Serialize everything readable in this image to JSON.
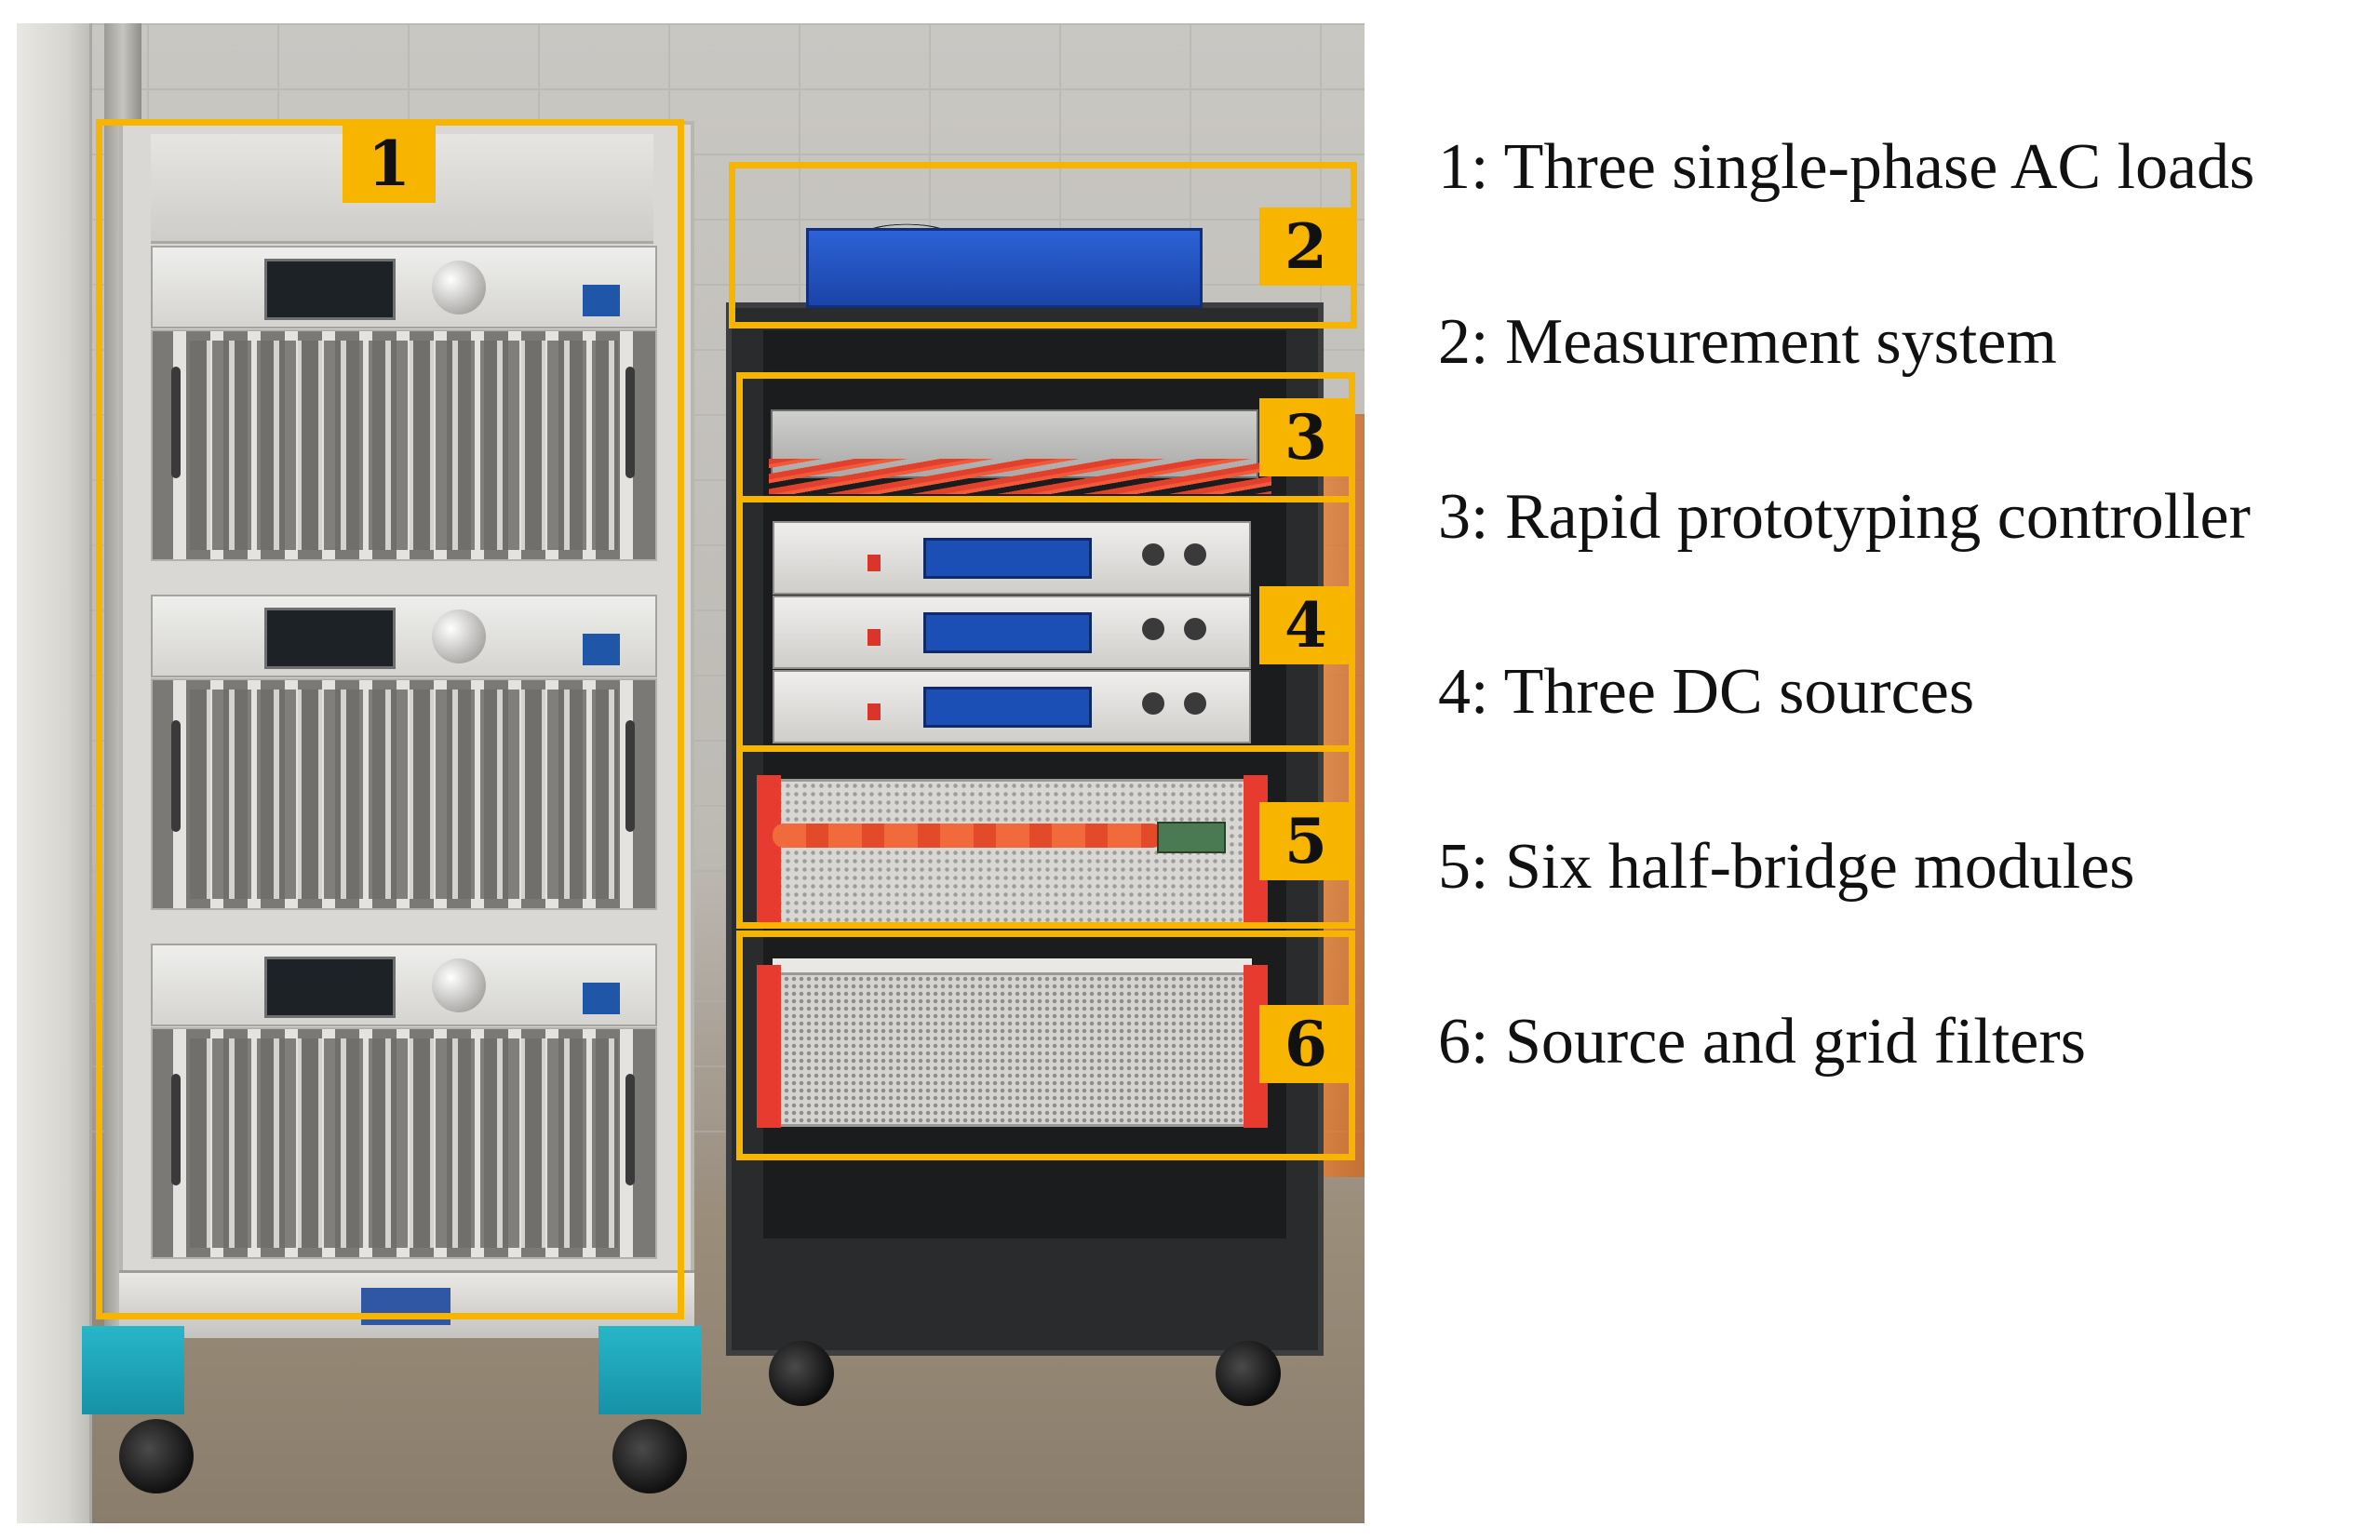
{
  "figure": {
    "callouts": [
      {
        "id": "1",
        "label": "1"
      },
      {
        "id": "2",
        "label": "2"
      },
      {
        "id": "3",
        "label": "3"
      },
      {
        "id": "4",
        "label": "4"
      },
      {
        "id": "5",
        "label": "5"
      },
      {
        "id": "6",
        "label": "6"
      }
    ],
    "legend": [
      {
        "text": "1: Three single-phase AC loads"
      },
      {
        "text": "2: Measurement system"
      },
      {
        "text": "3: Rapid prototyping controller"
      },
      {
        "text": "4: Three DC sources"
      },
      {
        "text": "5: Six half-bridge modules"
      },
      {
        "text": "6: Source and grid filters"
      }
    ]
  },
  "colors": {
    "callout": "#f7b500",
    "text": "#111111",
    "background": "#ffffff"
  }
}
